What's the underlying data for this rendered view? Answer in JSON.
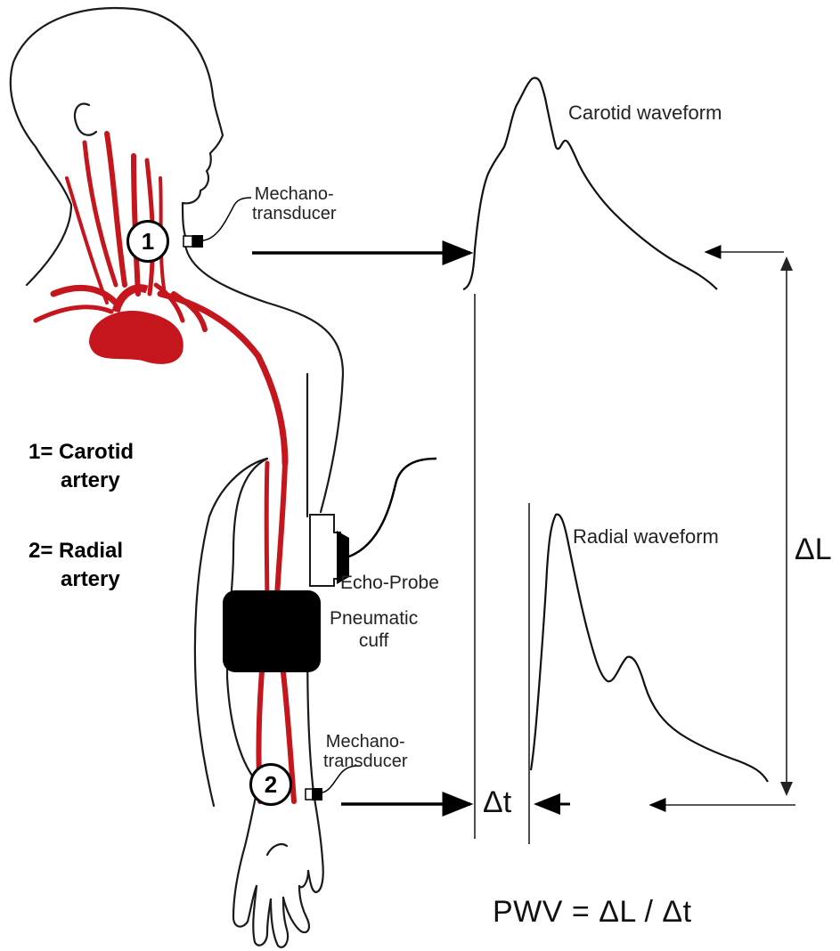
{
  "markers": {
    "one": "1",
    "two": "2"
  },
  "labels": {
    "mechano_top_1": "Mechano-",
    "mechano_top_2": "transducer",
    "mechano_bottom_1": "Mechano-",
    "mechano_bottom_2": "transducer",
    "echo_probe": "Echo-Probe",
    "cuff_1": "Pneumatic",
    "cuff_2": "cuff",
    "carotid_waveform": "Carotid waveform",
    "radial_waveform": "Radial waveform",
    "delta_l": "ΔL",
    "delta_t": "Δt",
    "formula": "PWV = ΔL / Δt"
  },
  "legend": {
    "line1": "1= Carotid",
    "line2": "artery",
    "line3": "2= Radial",
    "line4": "artery"
  },
  "colors": {
    "artery": "#c4161c",
    "line": "#111111",
    "cuff": "#000000"
  }
}
